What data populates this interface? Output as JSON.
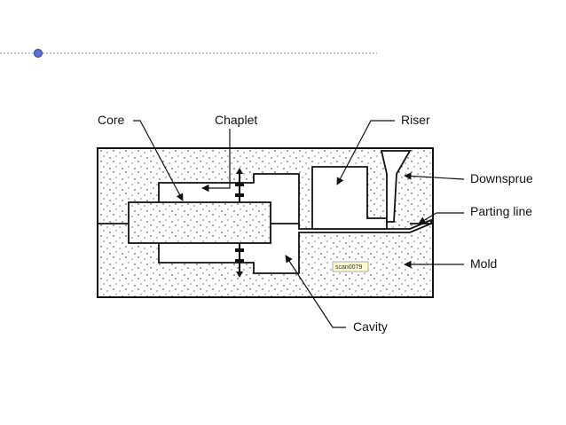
{
  "slide": {
    "accent_color": "#5b6fd6",
    "line_color": "#8c8c8c"
  },
  "diagram": {
    "labels": {
      "core": "Core",
      "chaplet": "Chaplet",
      "riser": "Riser",
      "downsprue": "Downsprue",
      "parting_line": "Parting line",
      "mold": "Mold",
      "cavity": "Cavity"
    },
    "scan_tag": "scan0079"
  }
}
